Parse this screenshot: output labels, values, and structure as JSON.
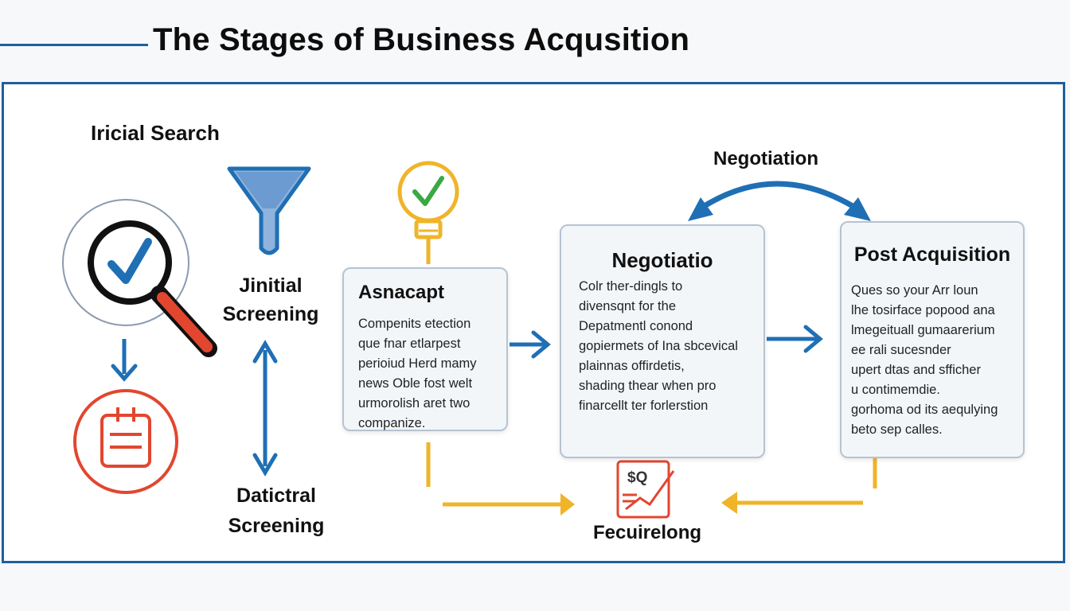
{
  "title": "The Stages of Business Acqusition",
  "stages": {
    "initial_search": "Iricial Search",
    "initial_screening": [
      "Jinitial",
      "Screening"
    ],
    "datictral_screening": [
      "Datictral",
      "Screening"
    ],
    "negotiation_top": "Negotiation",
    "fecuirelong": "Fecuirelong"
  },
  "cards": {
    "asnacapt": {
      "title": "Asnacapt",
      "lines": [
        "Compenits etection",
        "que fnar etlarpest",
        "perioiud Herd mamy",
        "news Oble fost welt",
        "urmorolish aret two",
        "companize."
      ]
    },
    "negotiatio": {
      "title": "Negotiatio",
      "lines": [
        "Colr ther-dingls to",
        "divensqnt for the",
        "Depatmentl conond",
        "gopiermets of Ina sbcevical",
        "plainnas offirdetis,",
        "shading thear when pro",
        "finarcellt ter forlerstion"
      ]
    },
    "post_acquisition": {
      "title": "Post Acquisition",
      "lines": [
        "Ques so your Arr loun",
        "lhe tosirface popood ana",
        "lmegeituall gumaarerium",
        "ee rali sucesnder",
        "upert dtas and sfficher",
        "u contimemdie.",
        "gorhoma od its aequlying",
        "beto sep calles."
      ]
    }
  },
  "icon_text": {
    "dollar_doc": "$Q"
  },
  "colors": {
    "frame": "#1f5f9e",
    "blue": "#1f6fb5",
    "red": "#e2462f",
    "orange": "#f0b429",
    "green": "#3aa845"
  },
  "icons": [
    "magnifier-check-icon",
    "clipboard-icon",
    "funnel-icon",
    "lightbulb-check-icon",
    "dollar-document-icon"
  ]
}
